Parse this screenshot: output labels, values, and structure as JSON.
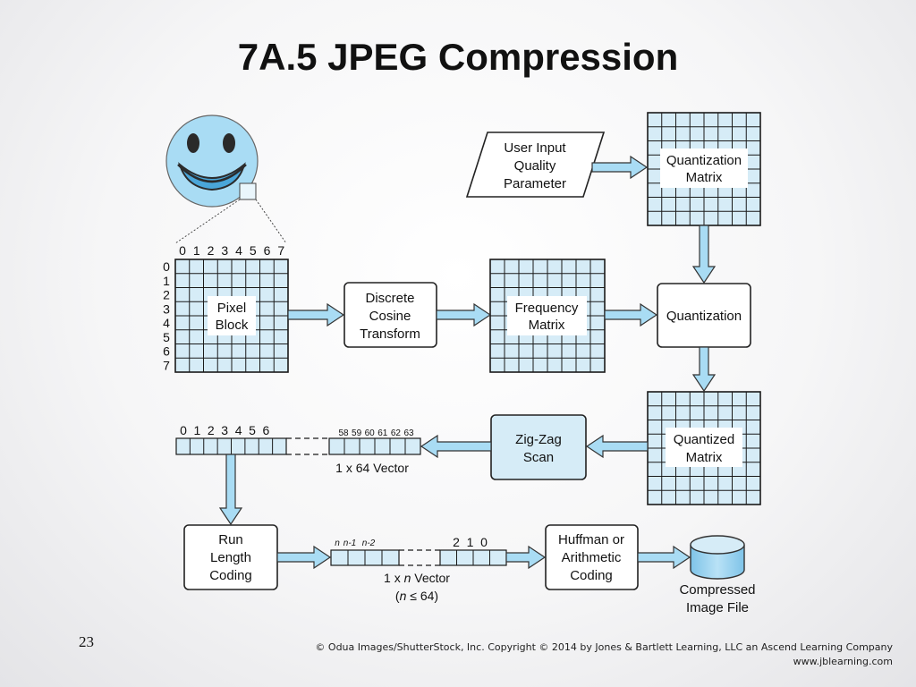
{
  "slide": {
    "title": "7A.5 JPEG Compression",
    "page_number": "23",
    "copyright_line1": "© Odua Images/ShutterStock, Inc. Copyright © 2014 by Jones & Bartlett Learning, LLC an Ascend Learning Company",
    "copyright_line2": "www.jblearning.com"
  },
  "colors": {
    "grid_fill": "#d6ecf7",
    "grid_line": "#1a1a1a",
    "arrow_fill": "#a9dcf4",
    "arrow_stroke": "#333333",
    "zigzag_fill": "#d6ecf7",
    "face_fill": "#a9dcf4",
    "mouth_fill": "#4aa6d9"
  },
  "pixel_block": {
    "label_line1": "Pixel",
    "label_line2": "Block",
    "col_labels": [
      "0",
      "1",
      "2",
      "3",
      "4",
      "5",
      "6",
      "7"
    ],
    "row_labels": [
      "0",
      "1",
      "2",
      "3",
      "4",
      "5",
      "6",
      "7"
    ]
  },
  "dct": {
    "line1": "Discrete",
    "line2": "Cosine",
    "line3": "Transform"
  },
  "frequency_matrix": {
    "line1": "Frequency",
    "line2": "Matrix"
  },
  "user_input": {
    "line1": "User Input",
    "line2": "Quality",
    "line3": "Parameter"
  },
  "quantization_matrix": {
    "line1": "Quantization",
    "line2": "Matrix"
  },
  "quantization": {
    "label": "Quantization"
  },
  "quantized_matrix": {
    "line1": "Quantized",
    "line2": "Matrix"
  },
  "zigzag": {
    "line1": "Zig-Zag",
    "line2": "Scan"
  },
  "vector64": {
    "left_labels": [
      "0",
      "1",
      "2",
      "3",
      "4",
      "5",
      "6"
    ],
    "right_labels": [
      "58",
      "59",
      "60",
      "61",
      "62",
      "63"
    ],
    "caption": "1 x 64 Vector"
  },
  "rlc": {
    "line1": "Run",
    "line2": "Length",
    "line3": "Coding"
  },
  "vectorn": {
    "left_labels": [
      "n",
      "n-1",
      "n-2"
    ],
    "right_labels": [
      "2",
      "1",
      "0"
    ],
    "caption_prefix": "1 x ",
    "caption_n": "n",
    "caption_suffix": "  Vector",
    "caption2_open": "(",
    "caption2_n": "n",
    "caption2_rest": " ≤ 64)"
  },
  "huffman": {
    "line1": "Huffman or",
    "line2": "Arithmetic",
    "line3": "Coding"
  },
  "compressed_file": {
    "line1": "Compressed",
    "line2": "Image File"
  }
}
